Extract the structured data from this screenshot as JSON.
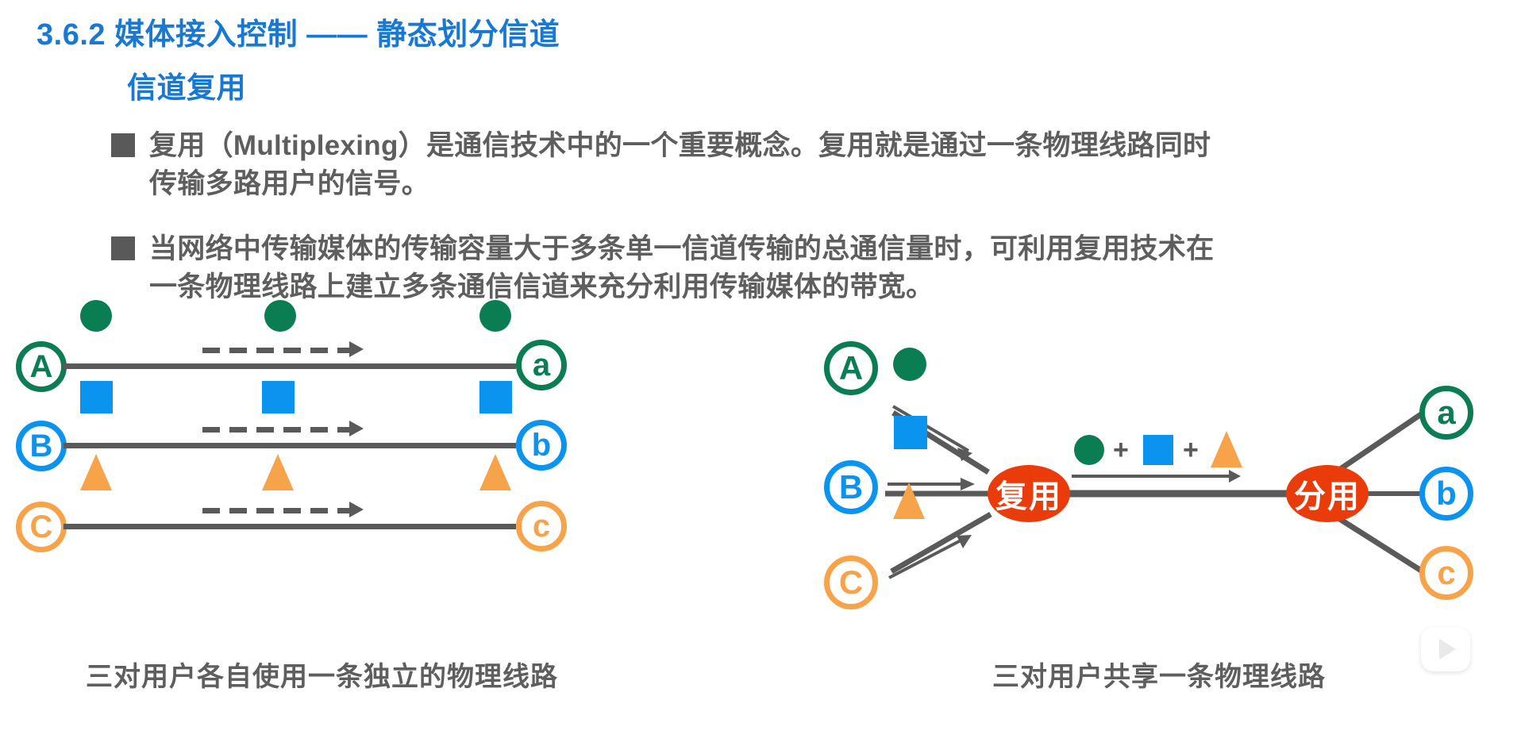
{
  "slide": {
    "title": "3.6.2 媒体接入控制 —— 静态划分信道",
    "subtitle": "信道复用",
    "title_color": "#1878d2",
    "body_color": "#5e5e5e"
  },
  "bullets": [
    {
      "marker": "square-bullet",
      "text": "复用（Multiplexing）是通信技术中的一个重要概念。复用就是通过一条物理线路同时传输多路用户的信号。"
    },
    {
      "marker": "square-bullet",
      "text": "当网络中传输媒体的传输容量大于多条单一信道传输的总通信量时，可利用复用技术在一条物理线路上建立多条通信信道来充分利用传输媒体的带宽。"
    }
  ],
  "left_diagram": {
    "caption": "三对用户各自使用一条独立的物理线路",
    "rows": [
      {
        "source": "A",
        "target": "a",
        "color": "#0b7d52",
        "symbol": "circle"
      },
      {
        "source": "B",
        "target": "b",
        "color": "#0b94ef",
        "symbol": "square"
      },
      {
        "source": "C",
        "target": "c",
        "color": "#f7a34a",
        "symbol": "triangle"
      }
    ]
  },
  "right_diagram": {
    "caption": "三对用户共享一条物理线路",
    "mux_label": "复用",
    "demux_label": "分用",
    "hub_color": "#ea3c0a",
    "sources": [
      {
        "label": "A",
        "color": "#0b7d52",
        "symbol": "circle"
      },
      {
        "label": "B",
        "color": "#0b94ef",
        "symbol": "square"
      },
      {
        "label": "C",
        "color": "#f7a34a",
        "symbol": "triangle"
      }
    ],
    "targets": [
      {
        "label": "a",
        "color": "#0b7d52"
      },
      {
        "label": "b",
        "color": "#0b94ef"
      },
      {
        "label": "c",
        "color": "#f7a34a"
      }
    ],
    "combined": {
      "plus1": "+",
      "plus2": "+",
      "symbols": [
        "circle",
        "square",
        "triangle"
      ]
    }
  },
  "watermark": {
    "icon": "play-button-icon"
  }
}
